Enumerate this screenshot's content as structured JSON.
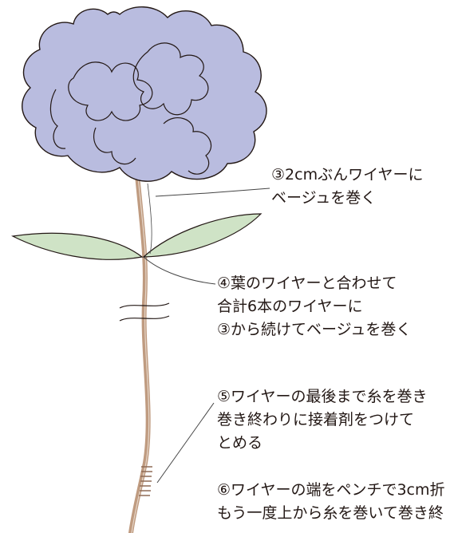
{
  "colors": {
    "petal_fill": "#b9bcdf",
    "outline": "#231815",
    "leaf_fill": "#cfe3c6",
    "stem": "#bf9b80",
    "leader_line": "#444444"
  },
  "notes": {
    "step3": [
      "③2cmぶんワイヤーに",
      "ベージュを巻く"
    ],
    "step4": [
      "④葉のワイヤーと合わせて",
      "合計6本のワイヤーに",
      "③から続けてベージュを巻く"
    ],
    "step5": [
      "⑤ワイヤーの最後まで糸を巻き",
      "巻き終わりに接着剤をつけて",
      "とめる"
    ],
    "step6": [
      "⑥ワイヤーの端をペンチで3cm折",
      "もう一度上から糸を巻いて巻き終"
    ]
  }
}
